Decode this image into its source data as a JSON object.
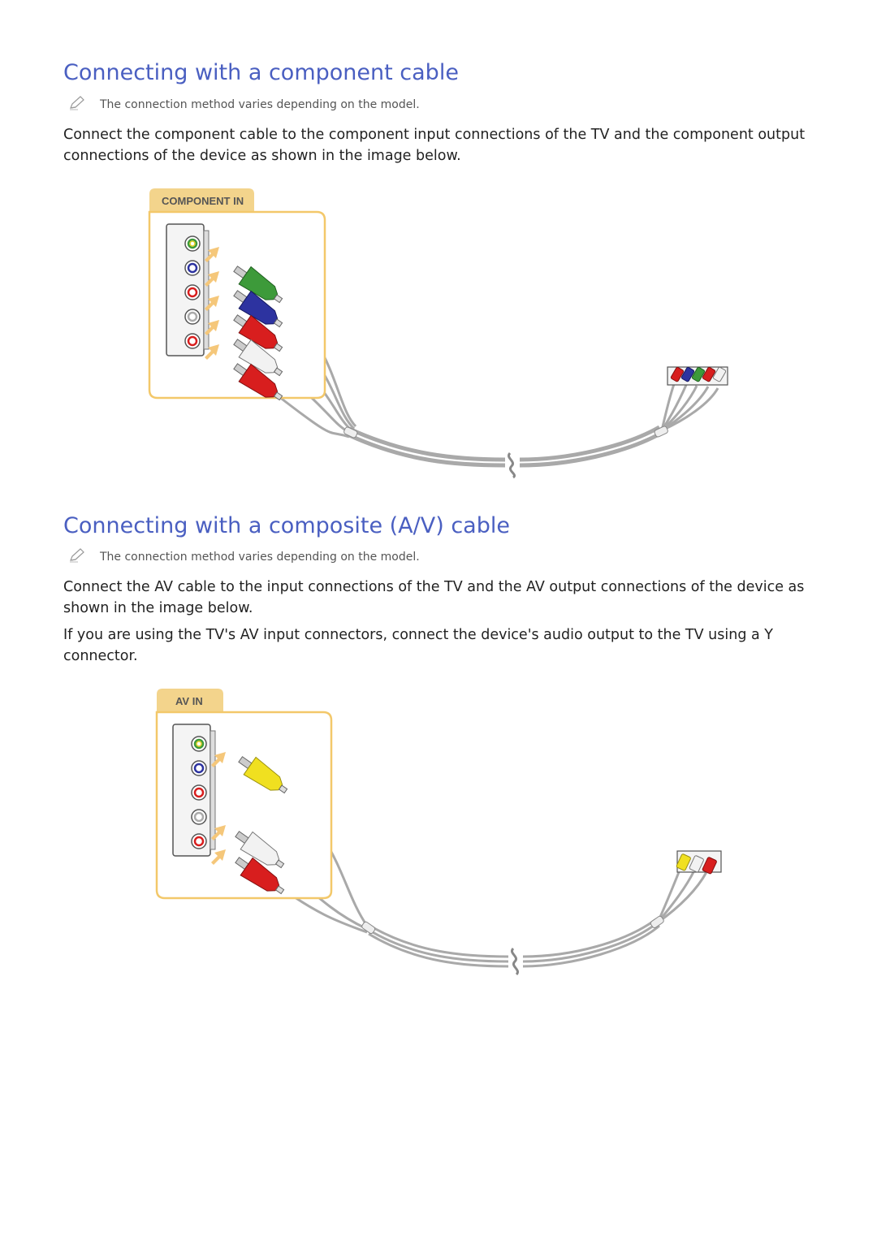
{
  "component_section": {
    "title": "Connecting with a component cable",
    "note": "The connection method varies depending on the model.",
    "body": "Connect the component cable to the component input connections of the TV and the component output connections of the device as shown in the image below.",
    "panel_label": "COMPONENT IN",
    "plug_colors": [
      "green",
      "blue",
      "red",
      "white",
      "red"
    ]
  },
  "composite_section": {
    "title": "Connecting with a composite (A/V) cable",
    "note": "The connection method varies depending on the model.",
    "body_1": "Connect the AV cable to the input connections of the TV and the AV output connections of the device as shown in the image below.",
    "body_2": "If you are using the TV's AV input connectors, connect the device's audio output to the TV using a Y connector.",
    "panel_label": "AV IN",
    "plug_colors": [
      "yellow",
      "white",
      "red"
    ]
  },
  "colors": {
    "heading": "#4a5fc1",
    "panel_border": "#f3c86a",
    "panel_tab": "#f3d48c",
    "arrow": "#f5c77a",
    "cable": "#a9a9a9",
    "green": "#3d9a3a",
    "blue": "#2d33a0",
    "red": "#d81e1e",
    "white": "#f2f2f2",
    "yellow": "#f0e020"
  },
  "icons": {
    "note_icon": "pencil-note-icon",
    "cable_break_icon": "squiggle-break-icon"
  }
}
